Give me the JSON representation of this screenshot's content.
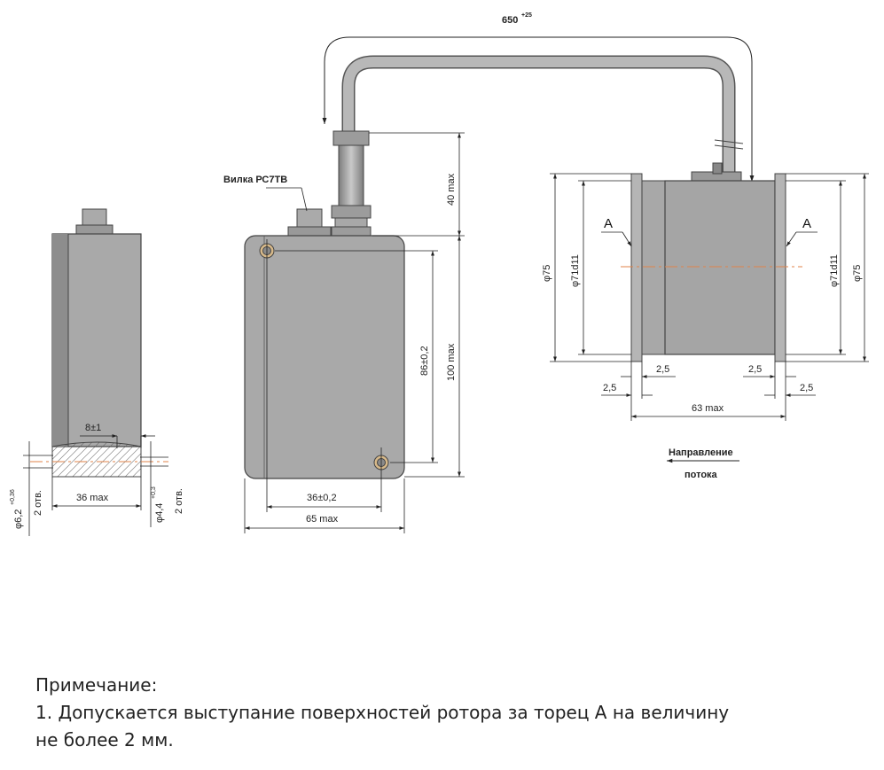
{
  "drawing": {
    "cable_length": "650",
    "cable_length_tol": "+25",
    "connector_label": "Вилка РС7ТВ",
    "dim_40": "40  max",
    "dim_100": "100  max",
    "dim_86": "86±0,2",
    "dim_36_02": "36±0,2",
    "dim_65": "65  max",
    "dim_8": "8±1",
    "dim_36max": "36  max",
    "hole_big": "φ6,2",
    "hole_big_tol": "+0,36",
    "holes_count_1": "2 отв.",
    "hole_small": "φ4,4",
    "hole_small_tol": "+0,3",
    "holes_count_2": "2 отв.",
    "dia_75_left": "φ75",
    "dia_71_left": "φ71d11",
    "dia_71_right": "φ71d11",
    "dia_75_right": "φ75",
    "mark_a_left": "А",
    "mark_a_right": "А",
    "gap_1": "2,5",
    "gap_2": "2,5",
    "gap_3": "2,5",
    "gap_4": "2,5",
    "dim_63": "63 max",
    "flow_label_1": "Направление",
    "flow_label_2": "потока"
  },
  "note": {
    "title": "Примечание:",
    "line1": "1. Допускается выступание поверхностей ротора за торец А на величину",
    "line2": "не более 2 мм."
  }
}
